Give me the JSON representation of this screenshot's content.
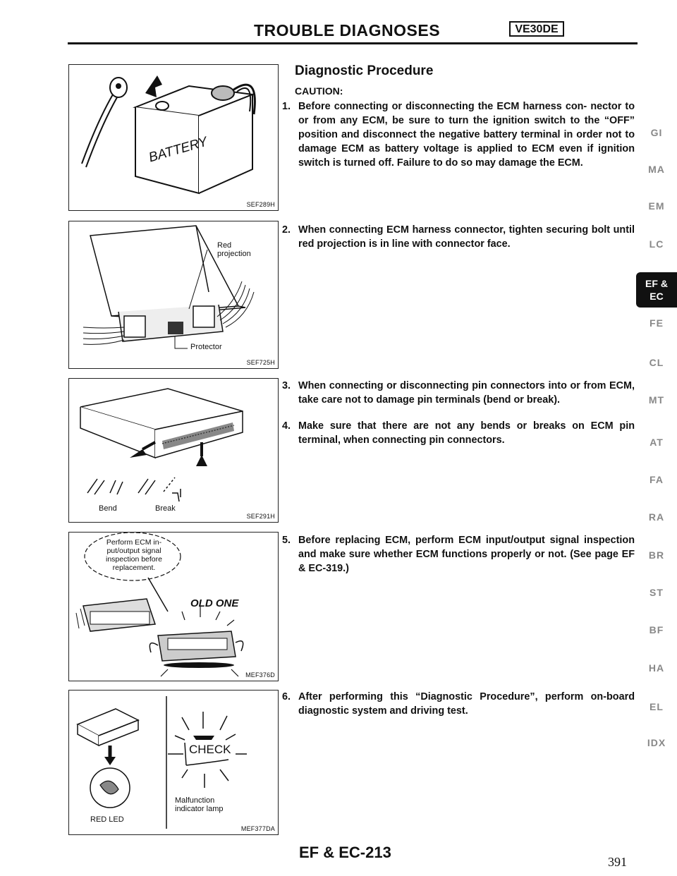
{
  "header": {
    "title": "TROUBLE DIAGNOSES",
    "engine_code": "VE30DE"
  },
  "section_title": "Diagnostic Procedure",
  "caution_label": "CAUTION:",
  "steps": [
    {
      "number": "1.",
      "text": "Before connecting or disconnecting the ECM harness con- nector to or from any ECM, be sure to turn the ignition switch to the “OFF” position and disconnect the negative battery terminal in order not to damage ECM as battery voltage is applied to ECM even if ignition switch is turned off. Failure to do so may damage the ECM."
    },
    {
      "number": "2.",
      "text": "When connecting ECM harness connector, tighten securing bolt until red projection is in line with connector face."
    },
    {
      "number": "3.",
      "text": "When connecting or disconnecting pin connectors into or from ECM, take care not to damage pin terminals (bend or break)."
    },
    {
      "number": "4.",
      "text": "Make sure that there are not any bends or breaks on ECM pin terminal, when connecting pin connectors."
    },
    {
      "number": "5.",
      "text": "Before replacing ECM, perform ECM input/output signal inspection and make sure whether ECM functions properly or not. (See page EF & EC-319.)"
    },
    {
      "number": "6.",
      "text": "After performing this “Diagnostic Procedure”, perform on-board diagnostic system and driving test."
    }
  ],
  "figures": {
    "battery": {
      "code": "SEF289H",
      "battery_text": "BATTERY"
    },
    "connector": {
      "code": "SEF725H",
      "red_projection": "Red projection",
      "protector": "Protector"
    },
    "pins": {
      "code": "SEF291H",
      "bend": "Bend",
      "break": "Break"
    },
    "replace": {
      "code": "MEF376D",
      "bubble": "Perform ECM in- put/output signal inspection before replacement.",
      "old_one": "OLD ONE"
    },
    "check": {
      "code": "MEF377DA",
      "check_text": "CHECK",
      "red_led": "RED LED",
      "mil_label": "Malfunction indicator lamp"
    }
  },
  "side_index": [
    "GI",
    "MA",
    "EM",
    "LC",
    "EF &\nEC",
    "FE",
    "CL",
    "MT",
    "AT",
    "FA",
    "RA",
    "BR",
    "ST",
    "BF",
    "HA",
    "EL",
    "IDX"
  ],
  "footer": {
    "section": "EF & EC-213",
    "page_number": "391"
  }
}
